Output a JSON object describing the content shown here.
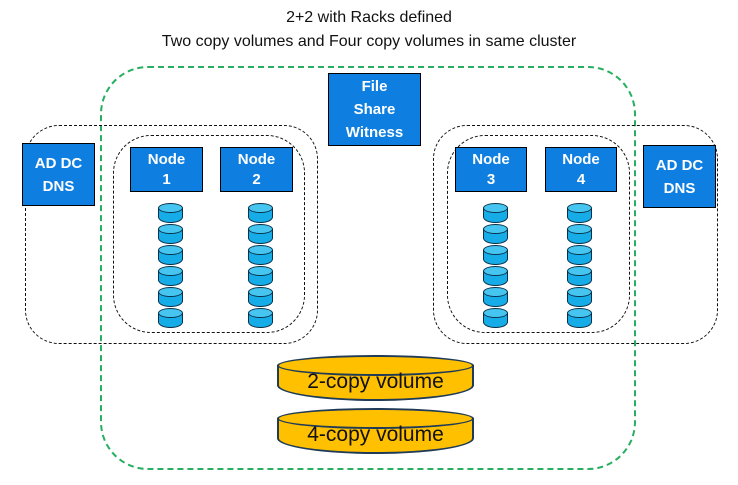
{
  "title": {
    "line1": "2+2 with Racks defined",
    "line2": "Two copy volumes and Four copy volumes in same cluster"
  },
  "witness": {
    "line1": "File",
    "line2": "Share",
    "line3": "Witness"
  },
  "dc_left": {
    "line1": "AD DC",
    "line2": "DNS"
  },
  "dc_right": {
    "line1": "AD DC",
    "line2": "DNS"
  },
  "nodes": [
    {
      "line1": "Node",
      "line2": "1"
    },
    {
      "line1": "Node",
      "line2": "2"
    },
    {
      "line1": "Node",
      "line2": "3"
    },
    {
      "line1": "Node",
      "line2": "4"
    }
  ],
  "disks_per_node": 6,
  "volumes": {
    "two_copy": "2-copy volume",
    "four_copy": "4-copy volume"
  },
  "colors": {
    "box_blue": "#0E7FE0",
    "disk_cyan": "#16ACE8",
    "volume_gold": "#FFC000",
    "cluster_green": "#27AE60",
    "boundary_black": "#111111"
  }
}
